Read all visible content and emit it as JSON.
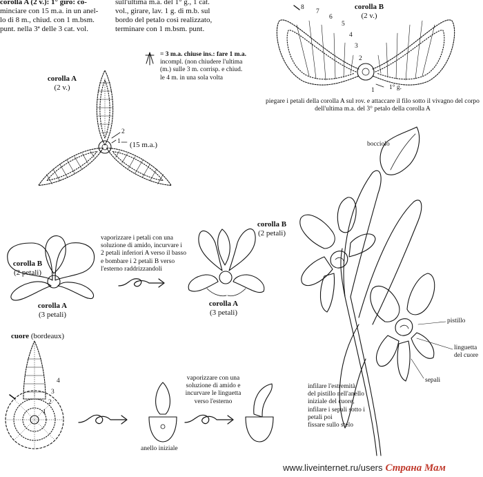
{
  "intro": {
    "line1": "corolla A (2 v.): 1° giro: co-",
    "line2": "minciare con 15 m.a. in un anel-",
    "line3": "lo di 8 m., chiud. con 1 m.bsm.",
    "line4": "punt. nella 3ª delle 3 cat. vol.",
    "col2_line1": "sull'ultima m.a. del 1° g., 1 cat.",
    "col2_line2": "vol., girare, lav. 1 g. di m.b. sul",
    "col2_line3": "bordo del petalo così realizzato,",
    "col2_line4": "terminare con 1 m.bsm. punt."
  },
  "legend": {
    "line1": "= 3 m.a. chiuse ins.: fare 1 m.a.",
    "line2": "incompl. (non chiudere l'ultima",
    "line3": "(m.) sulle 3 m. corrisp. e chiud.",
    "line4": "le 4 m. in una sola volta"
  },
  "corolla_a": {
    "title": "corolla A",
    "turns": "(2 v.)",
    "num_2": "2",
    "num_1": "1",
    "note": "(15 m.a.)"
  },
  "corolla_b": {
    "title": "corolla B",
    "turns": "(2 v.)",
    "nums": [
      "8",
      "7",
      "6",
      "5",
      "4",
      "3",
      "2",
      "1"
    ],
    "first_turn": "1° g.",
    "caption_line1": "piegare i petali della corolla A sul rov. e attaccare il filo sotto il vivagno del corpo",
    "caption_line2": "dell'ultima m.a. del 3° petalo della corolla A"
  },
  "assembly": {
    "label_b": "corolla B",
    "label_b_count": "(2 petali)",
    "label_a": "corolla A",
    "label_a_count": "(3 petali)",
    "instr1": "vaporizzare i petali con una",
    "instr2": "soluzione di amido, incurvare i",
    "instr3": "2 petali inferiori A verso il basso",
    "instr4": "e bombare i 2 petali B verso",
    "instr5": "l'esterno raddrizzandoli",
    "right_b": "corolla B",
    "right_b_count": "(2 petali)",
    "right_a": "corolla A",
    "right_a_count": "(3 petali)"
  },
  "cuore": {
    "title": "cuore",
    "color": "(bordeaux)",
    "nums": [
      "4",
      "3",
      "2",
      "1"
    ],
    "anello": "anello iniziale",
    "instr1": "vaporizzare con una",
    "instr2": "soluzione di amido e",
    "instr3": "incurvare le linguetta",
    "instr4": "verso l'esterno"
  },
  "orchid": {
    "bocciolo": "bocciolo",
    "pistillo": "pistillo",
    "linguetta1": "linguetta",
    "linguetta2": "del cuore",
    "sepali": "sepali",
    "final1": "infilare l'estremità",
    "final2": "del pistillo nell'anello",
    "final3": "iniziale del cuore,",
    "final4": "infilare i sepali sotto i",
    "final5": "petali poi",
    "final6": "fissare sullo stelo"
  },
  "watermark": {
    "site": "www.liveinternet.ru/users",
    "brand": "Страна Мам"
  }
}
